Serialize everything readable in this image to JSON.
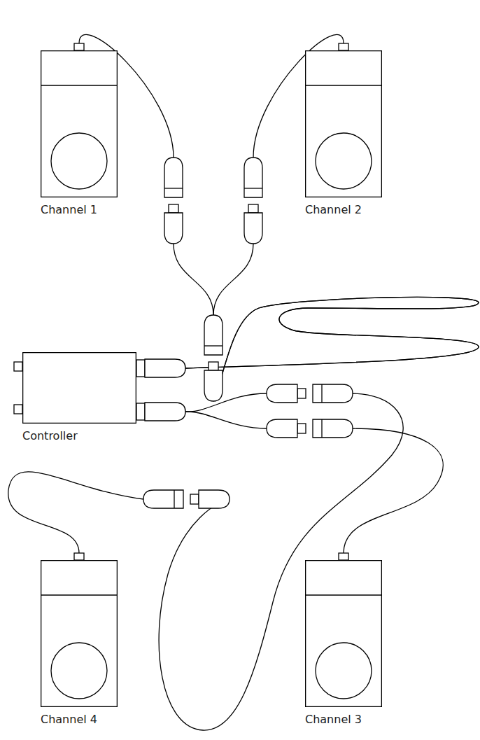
{
  "diagram": {
    "nodes": [
      {
        "text": [
          "Channel 1"
        ]
      },
      {
        "text": [
          "Channel 2"
        ]
      },
      {
        "text": [
          "Controller"
        ]
      },
      {
        "text": [
          "Channel 4"
        ]
      },
      {
        "text": [
          "Channel 3"
        ]
      }
    ],
    "edges": [
      {
        "from": 2,
        "to": 0,
        "arrow": "none"
      },
      {
        "from": 2,
        "to": 1,
        "arrow": "none"
      },
      {
        "from": 2,
        "to": 3,
        "arrow": "none"
      },
      {
        "from": 2,
        "to": 4,
        "arrow": "none"
      }
    ]
  }
}
